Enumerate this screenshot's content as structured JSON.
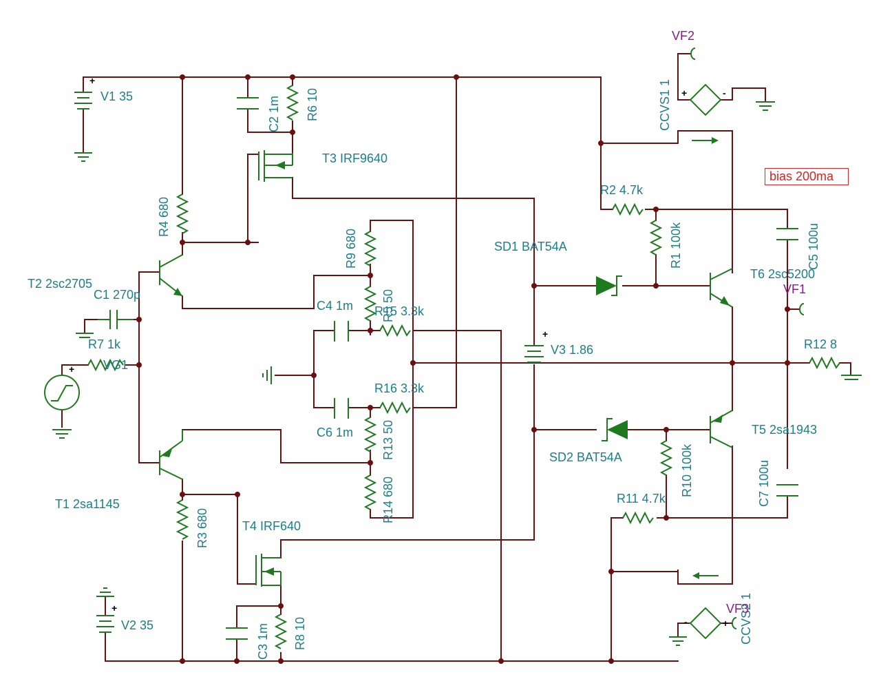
{
  "components": {
    "V1": "V1 35",
    "V2": "V2 35",
    "V3": "V3 1.86",
    "VG1": "VG1",
    "C1": "C1 270p",
    "C2": "C2 1m",
    "C3": "C3 1m",
    "C4": "C4 1m",
    "C5": "C5 100u",
    "C6": "C6 1m",
    "C7": "C7 100u",
    "R1": "R1 100k",
    "R2": "R2 4.7k",
    "R3": "R3 680",
    "R4": "R4 680",
    "R5": "R5 50",
    "R6": "R6 10",
    "R7": "R7 1k",
    "R8": "R8 10",
    "R9": "R9 680",
    "R10": "R10 100k",
    "R11": "R11 4.7k",
    "R12": "R12 8",
    "R13": "R13 50",
    "R14": "R14 680",
    "R15": "R15 3.3k",
    "R16": "R16 3.3k",
    "T1": "T1 2sa1145",
    "T2": "T2 2sc2705",
    "T3": "T3 IRF9640",
    "T4": "T4 IRF640",
    "T5": "T5 2sa1943",
    "T6": "T6 2sc5200",
    "SD1": "SD1 BAT54A",
    "SD2": "SD2 BAT54A",
    "CCVS1": "CCVS1 1",
    "CCVS2": "CCVS2 1",
    "VF1": "VF1",
    "VF2": "VF2",
    "VF3": "VF3"
  },
  "note": "bias 200ma",
  "colors": {
    "wire": "#6b0f0f",
    "component": "#1e7a1e",
    "label": "#1a7f8c",
    "probe_label": "#8a1a8a",
    "note": "#e02020"
  }
}
